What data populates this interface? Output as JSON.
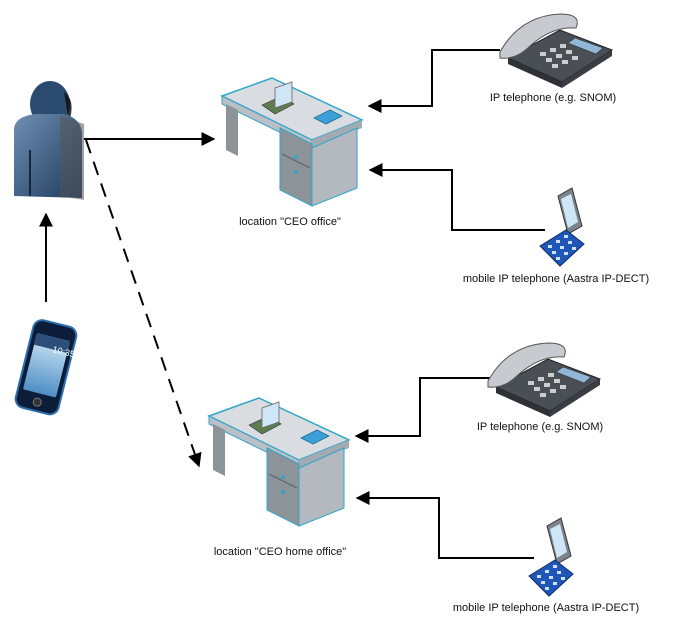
{
  "labels": {
    "desk_top": "location \"CEO office\"",
    "desk_bottom": "location \"CEO home office\"",
    "phone_top": "IP telephone (e.g. SNOM)",
    "mobile_top": "mobile IP telephone (Aastra IP-DECT)",
    "phone_bottom": "IP telephone (e.g. SNOM)",
    "mobile_bottom": "mobile IP telephone (Aastra IP-DECT)",
    "smartphone_time": "10:35"
  },
  "colors": {
    "line": "#000000",
    "desk_top": "#d9dde2",
    "desk_side": "#8c9399",
    "desk_edge": "#2fa6c8",
    "person_dark": "#1e3a5c",
    "person_light": "#6f8fb3",
    "phone_body": "#4a4f56",
    "keypad_blue": "#1f57b8"
  },
  "icons": [
    "person-icon",
    "smartphone-icon",
    "desk-icon",
    "ip-telephone-icon",
    "mobile-phone-icon"
  ]
}
